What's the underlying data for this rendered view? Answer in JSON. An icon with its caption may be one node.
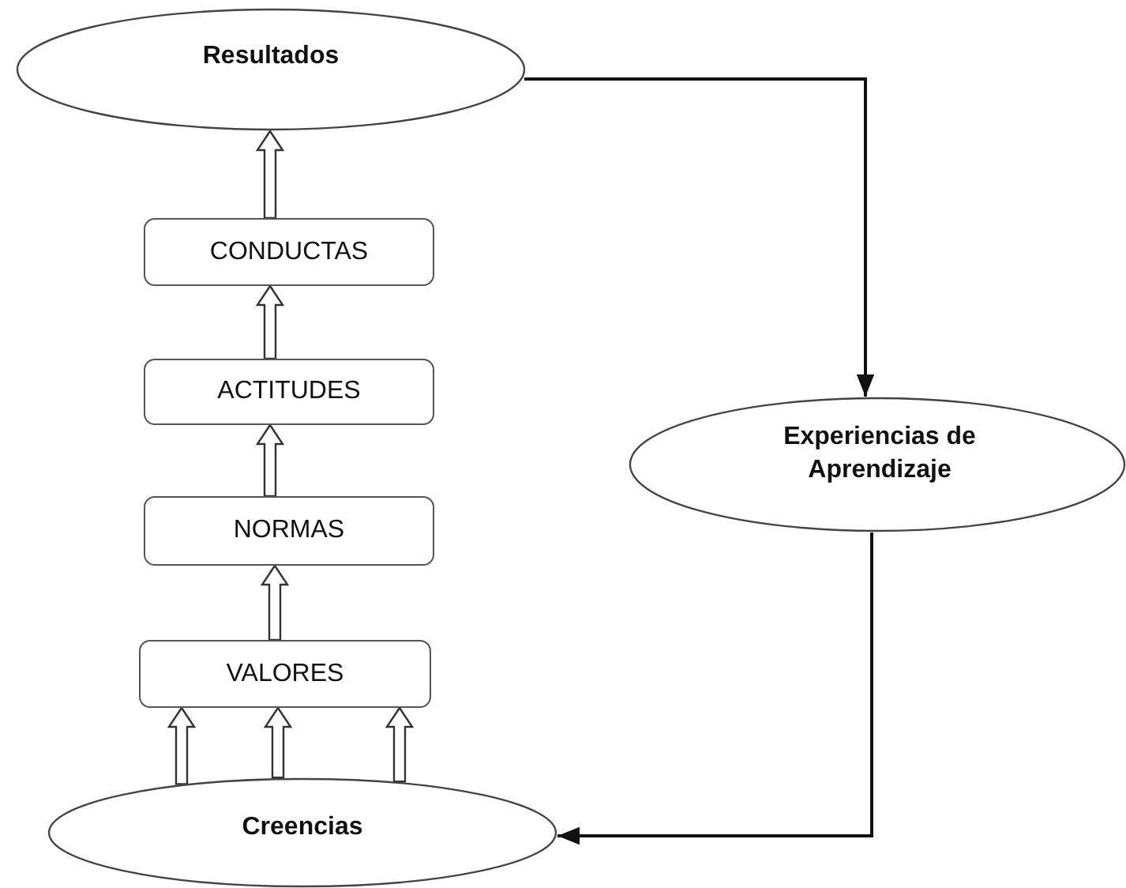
{
  "diagram": {
    "nodes": [
      {
        "text": [
          "Resultados"
        ]
      },
      {
        "text": [
          "CONDUCTAS"
        ]
      },
      {
        "text": [
          "ACTITUDES"
        ]
      },
      {
        "text": [
          "NORMAS"
        ]
      },
      {
        "text": [
          "VALORES"
        ]
      },
      {
        "text": [
          "Creencias"
        ]
      },
      {
        "text": [
          "Experiencias de Aprendizaje"
        ]
      }
    ],
    "edges": [
      {
        "from": 1,
        "to": 0,
        "arrow": "to"
      },
      {
        "from": 2,
        "to": 1,
        "arrow": "to"
      },
      {
        "from": 3,
        "to": 2,
        "arrow": "to"
      },
      {
        "from": 4,
        "to": 3,
        "arrow": "to"
      },
      {
        "from": 5,
        "to": 4,
        "arrow": "to"
      },
      {
        "from": 5,
        "to": 4,
        "arrow": "to"
      },
      {
        "from": 5,
        "to": 4,
        "arrow": "to"
      },
      {
        "from": 0,
        "to": 6,
        "arrow": "to"
      },
      {
        "from": 6,
        "to": 5,
        "arrow": "to"
      }
    ]
  }
}
